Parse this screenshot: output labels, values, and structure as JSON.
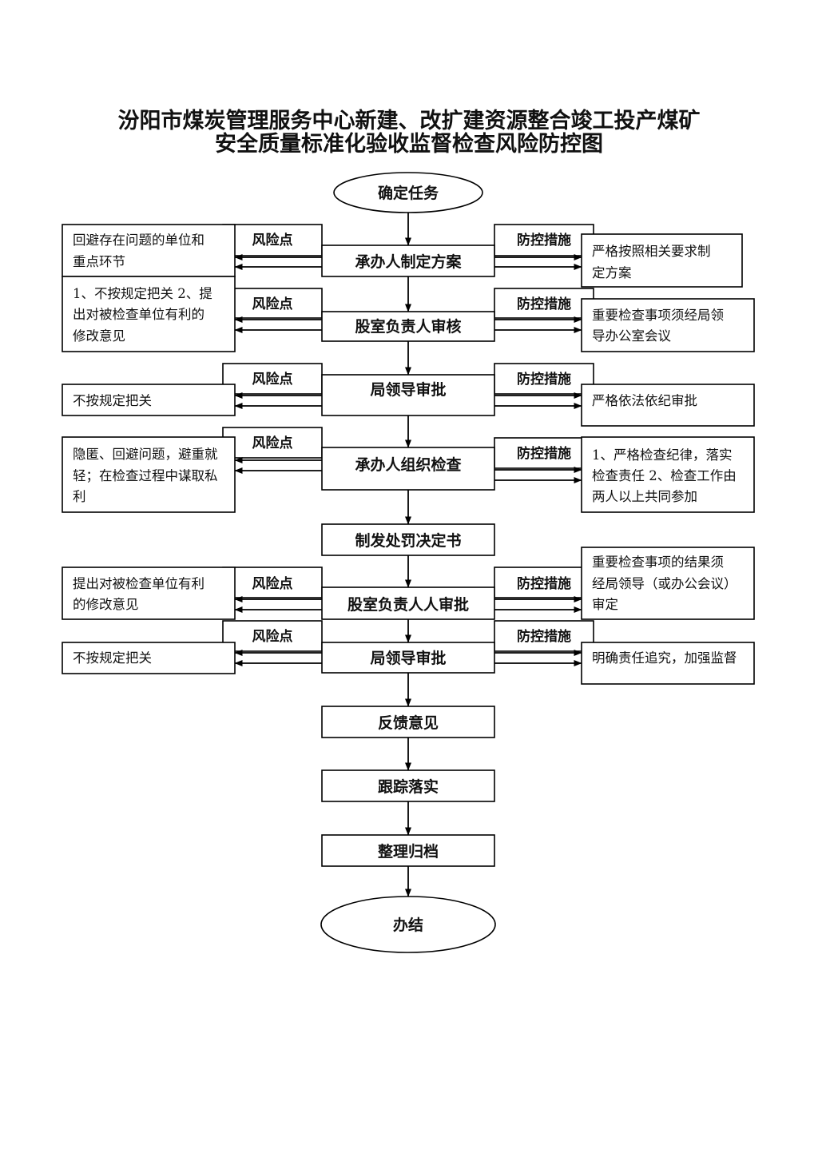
{
  "title": {
    "line1": "汾阳市煤炭管理服务中心新建、改扩建资源整合竣工投产煤矿",
    "line2": "安全质量标准化验收监督检查风险防控图"
  },
  "labels": {
    "risk": "风险点",
    "control": "防控措施"
  },
  "start": "确定任务",
  "steps": [
    {
      "label": "承办人制定方案",
      "risk": [
        "回避存在问题的单位和",
        "重点环节"
      ],
      "control": [
        "严格按照相关要求制",
        "定方案"
      ]
    },
    {
      "label": "股室负责人审核",
      "risk": [
        "1、不按规定把关 2、提",
        "出对被检查单位有利的",
        "修改意见"
      ],
      "control": [
        "重要检查事项须经局领",
        "导办公室会议"
      ]
    },
    {
      "label": "局领导审批",
      "risk": [
        "不按规定把关"
      ],
      "control": [
        "严格依法依纪审批"
      ]
    },
    {
      "label": "承办人组织检查",
      "risk": [
        "隐匿、回避问题，避重就",
        "轻；在检查过程中谋取私",
        "利"
      ],
      "control": [
        "1、严格检查纪律，落实",
        "检查责任 2、检查工作由",
        "两人以上共同参加"
      ]
    },
    {
      "label": "制发处罚决定书"
    },
    {
      "label": "股室负责人人审批",
      "risk": [
        "提出对被检查单位有利",
        "的修改意见"
      ],
      "control": [
        "重要检查事项的结果须",
        "经局领导（或办公会议）",
        "审定"
      ]
    },
    {
      "label": "局领导审批",
      "risk": [
        "不按规定把关"
      ],
      "control": [
        "明确责任追究，加强监督"
      ]
    },
    {
      "label": "反馈意见"
    },
    {
      "label": "跟踪落实"
    },
    {
      "label": "整理归档"
    }
  ],
  "end": "办结"
}
